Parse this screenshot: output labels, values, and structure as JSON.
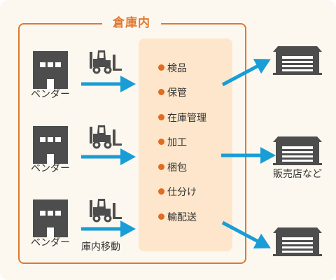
{
  "warehouse": {
    "title": "倉庫内",
    "internal_movement_label": "庫内移動",
    "processes": [
      "検品",
      "保管",
      "在庫管理",
      "加工",
      "梱包",
      "仕分け",
      "輸配送"
    ]
  },
  "vendors": [
    {
      "label": "ベンダー"
    },
    {
      "label": "ベンダー"
    },
    {
      "label": "ベンダー"
    }
  ],
  "destinations": {
    "label": "販売店など",
    "count": 3
  },
  "colors": {
    "background": "#fdf8ef",
    "frame": "#e0772f",
    "panel": "#fde6cb",
    "bullet": "#e06c1f",
    "arrow": "#199dd6",
    "icon": "#4d4d4d"
  },
  "icons": {
    "vendor": "vendor-building-icon",
    "forklift": "forklift-icon",
    "destination": "store-building-icon",
    "arrow": "arrow-icon"
  }
}
